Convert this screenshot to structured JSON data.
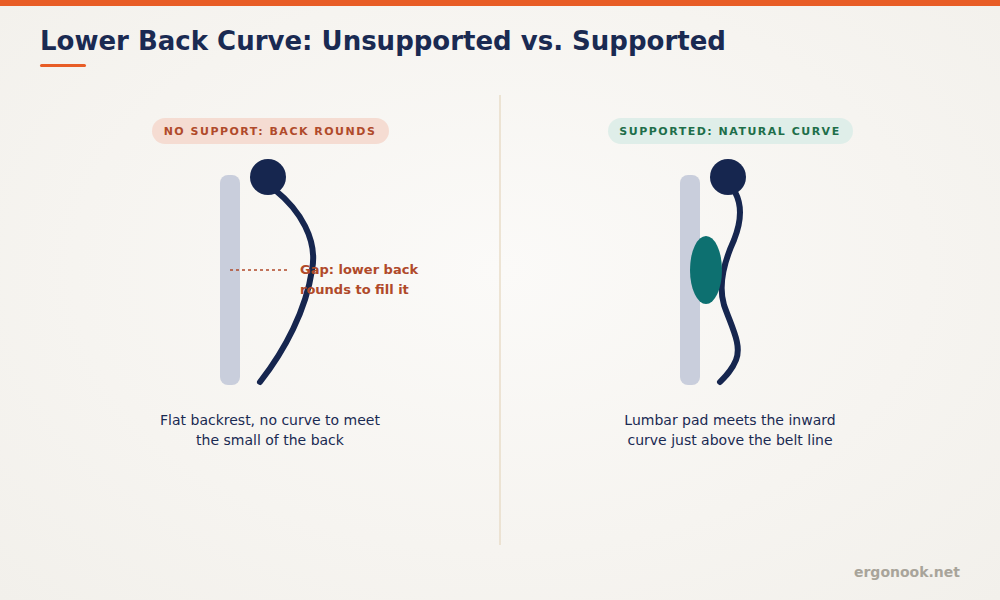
{
  "diagram": {
    "title": "Lower Back Curve: Unsupported vs. Supported",
    "nodes": [
      {
        "text": [
          "NO SUPPORT: BACK ROUNDS"
        ]
      },
      {
        "text": [
          "SUPPORTED: NATURAL CURVE"
        ]
      }
    ],
    "labels": [
      "Gap: lower back rounds to fill it",
      "Flat backrest, no curve to meet the small of the back",
      "Lumbar pad meets the inward curve just above the belt line",
      "ergonook.net"
    ]
  }
}
